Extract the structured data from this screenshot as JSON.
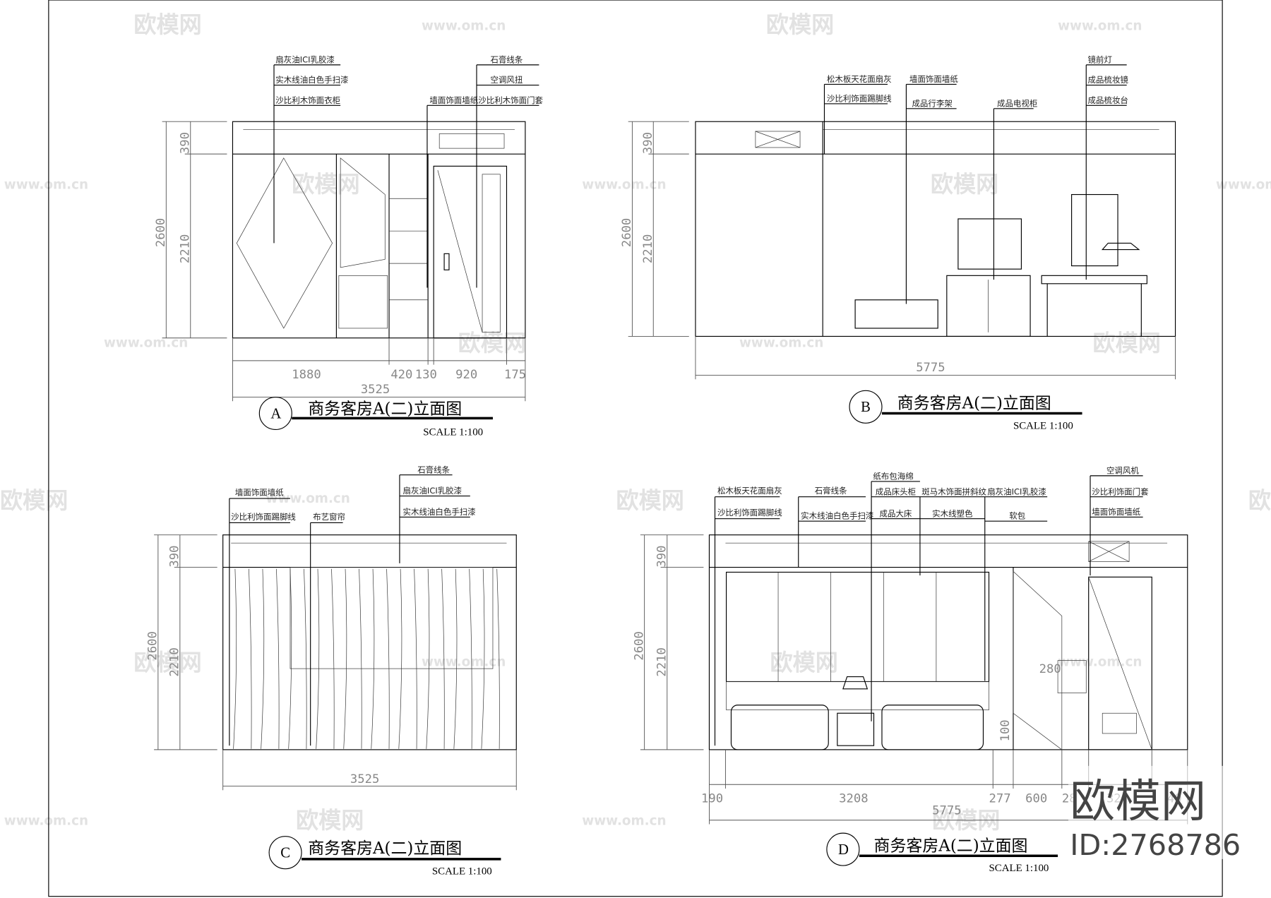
{
  "watermark": {
    "brand": "欧模网",
    "url": "www.om.cn",
    "id": "ID:2768786"
  },
  "panels": {
    "a": {
      "marker": "A",
      "title": "商务客房A(二)立面图",
      "scale": "SCALE  1:100",
      "labels_left": [
        "扇灰油ICI乳胶漆",
        "实木线油白色手扫漆",
        "沙比利木饰面衣柜"
      ],
      "labels_right": [
        "石膏线条",
        "空调风扭",
        "沙比利木饰面门套"
      ],
      "label_mid": "墙面饰面墙纸",
      "dims_v": [
        "2600",
        "390",
        "2210"
      ],
      "dims_h": [
        "1880",
        "420",
        "130",
        "920",
        "175"
      ],
      "total": "3525"
    },
    "b": {
      "marker": "B",
      "title": "商务客房A(二)立面图",
      "scale": "SCALE  1:100",
      "labels_1": [
        "松木板天花面扇灰",
        "沙比利饰面踢脚线"
      ],
      "labels_2": [
        "墙面饰面墙纸",
        "成品行李架"
      ],
      "label_3": "成品电视柜",
      "labels_4": [
        "镜前灯",
        "成品梳妆镜",
        "成品梳妆台"
      ],
      "dims_v": [
        "2600",
        "390",
        "2210"
      ],
      "total": "5775"
    },
    "c": {
      "marker": "C",
      "title": "商务客房A(二)立面图",
      "scale": "SCALE  1:100",
      "labels_left": [
        "墙面饰面墙纸",
        "沙比利饰面踢脚线"
      ],
      "label_mid": "布艺窗帘",
      "labels_right": [
        "石膏线条",
        "扇灰油ICI乳胶漆",
        "实木线油白色手扫漆"
      ],
      "dims_v": [
        "2600",
        "390",
        "2210"
      ],
      "total": "3525"
    },
    "d": {
      "marker": "D",
      "title": "商务客房A(二)立面图",
      "scale": "SCALE  1:100",
      "labels_1": [
        "松木板天花面扇灰",
        "沙比利饰面踢脚线"
      ],
      "labels_2": [
        "石膏线条",
        "实木线油白色手扫漆"
      ],
      "labels_3": [
        "纸布包海绵",
        "成品床头柜",
        "成品大床"
      ],
      "labels_4": [
        "斑马木饰面拼斜纹",
        "实木线塑色"
      ],
      "labels_5": [
        "扇灰油ICI乳胶漆",
        "软包"
      ],
      "labels_6": [
        "空调风机",
        "沙比利饰面门套",
        "墙面饰面墙纸"
      ],
      "dims_v": [
        "2600",
        "390",
        "2210"
      ],
      "dims_inner": [
        "280",
        "100"
      ],
      "dims_h": [
        "190",
        "3208",
        "277",
        "600",
        "28",
        "32",
        "40"
      ],
      "total": "5775"
    }
  }
}
